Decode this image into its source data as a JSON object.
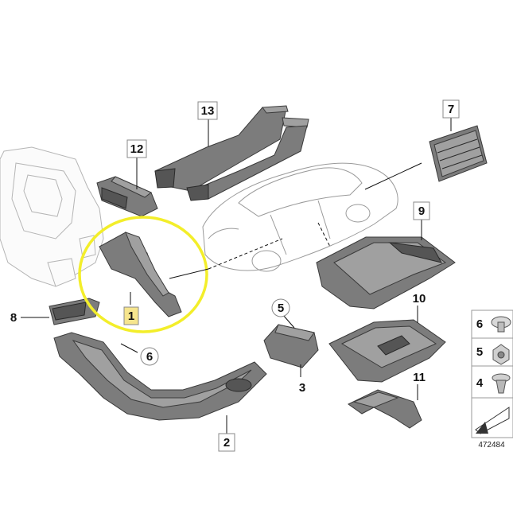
{
  "callouts": {
    "c1": "1",
    "c2": "2",
    "c3": "3",
    "c5": "5",
    "c6": "6",
    "c7": "7",
    "c8": "8",
    "c9": "9",
    "c10": "10",
    "c11": "11",
    "c12": "12",
    "c13": "13"
  },
  "legend": {
    "items": [
      "6",
      "5",
      "4"
    ]
  },
  "diagram_number": "472484",
  "highlight_color": "#f3ee2a"
}
